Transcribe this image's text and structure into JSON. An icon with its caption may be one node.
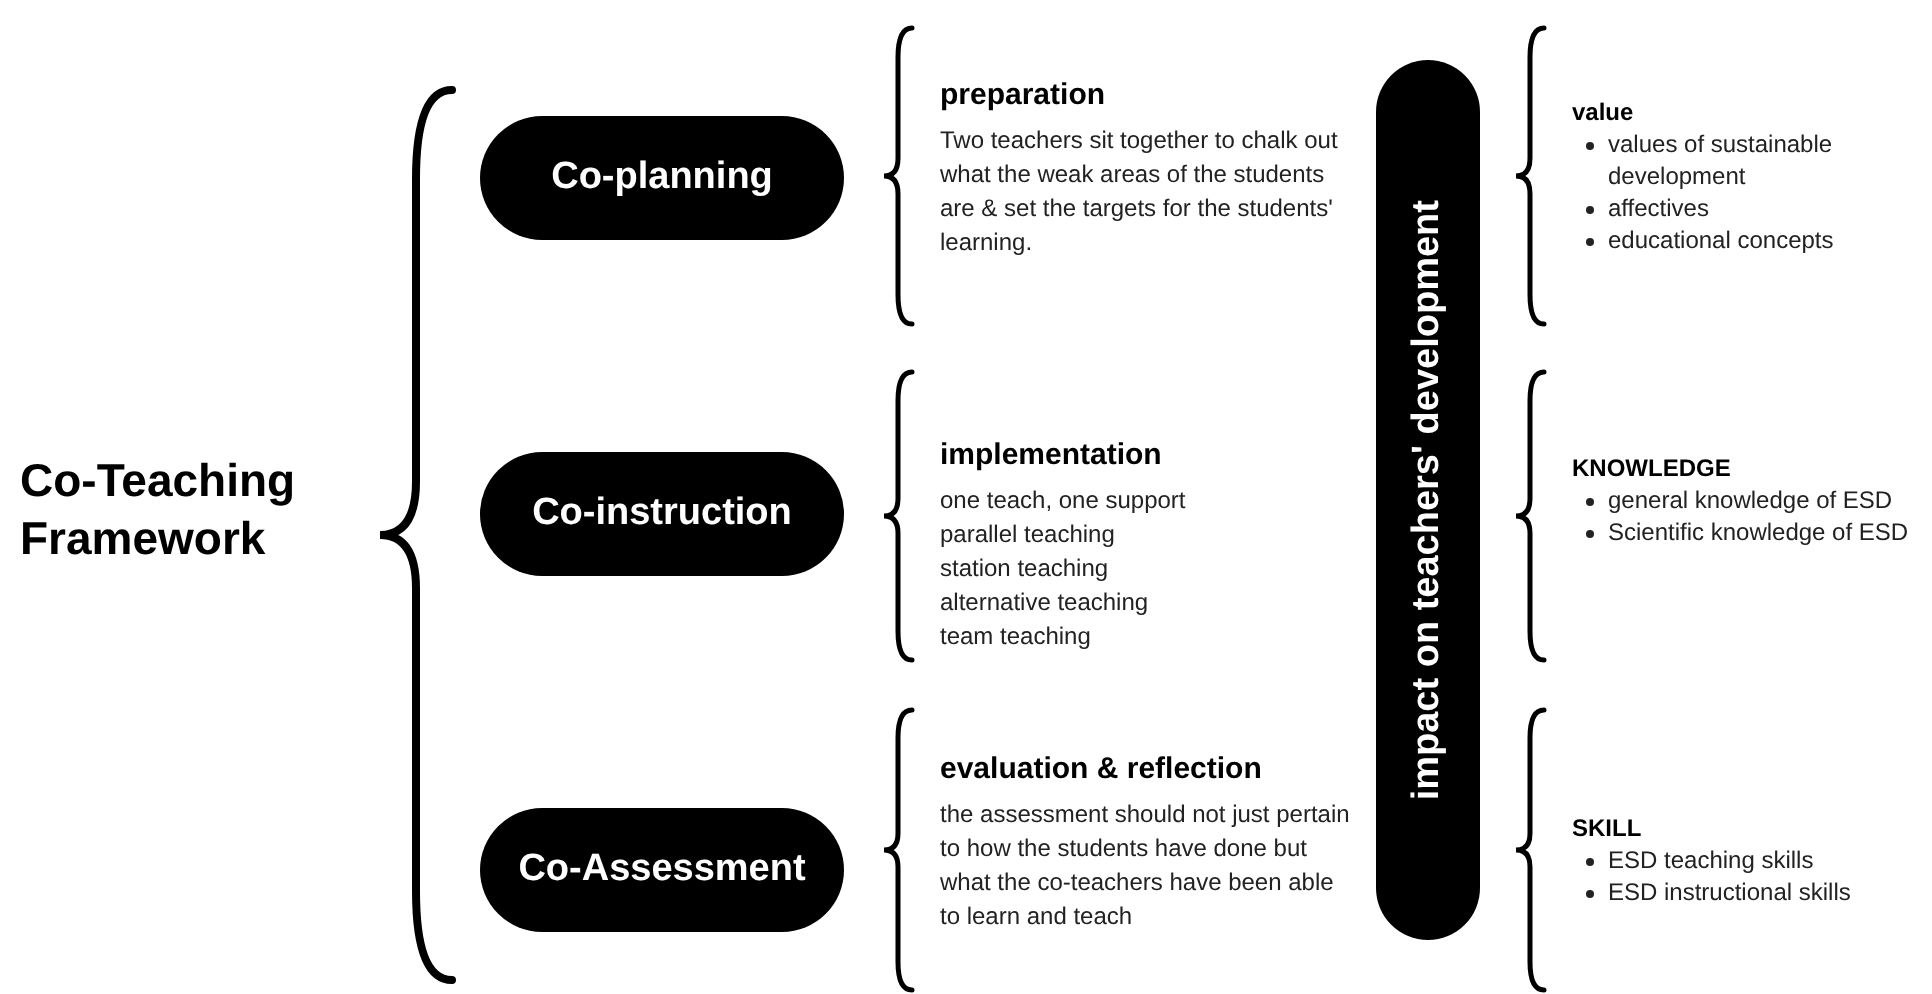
{
  "diagram": {
    "title": "Co-Teaching Framework",
    "nodes": [
      {
        "text": [
          "Co-planning"
        ]
      },
      {
        "text": [
          "Co-instruction"
        ]
      },
      {
        "text": [
          "Co-Assessment"
        ]
      },
      {
        "text": [
          "impact on teachers' development"
        ]
      }
    ],
    "labels": [
      "preparation",
      "Two teachers sit together to chalk out what the weak areas of the students are & set the targets for the students' learning.",
      "implementation",
      "one teach, one support",
      "parallel teaching",
      "station teaching",
      "alternative teaching",
      "team teaching",
      "evaluation & reflection",
      "the assessment should not just pertain to how the students have done but what the co-teachers have been able to learn and teach",
      "value",
      "values of sustainable development",
      "affectives",
      "educational concepts",
      "KNOWLEDGE",
      "general knowledge of ESD",
      "Scientific knowledge of ESD",
      "SKILL",
      "ESD teaching skills",
      "ESD instructional skills"
    ]
  }
}
